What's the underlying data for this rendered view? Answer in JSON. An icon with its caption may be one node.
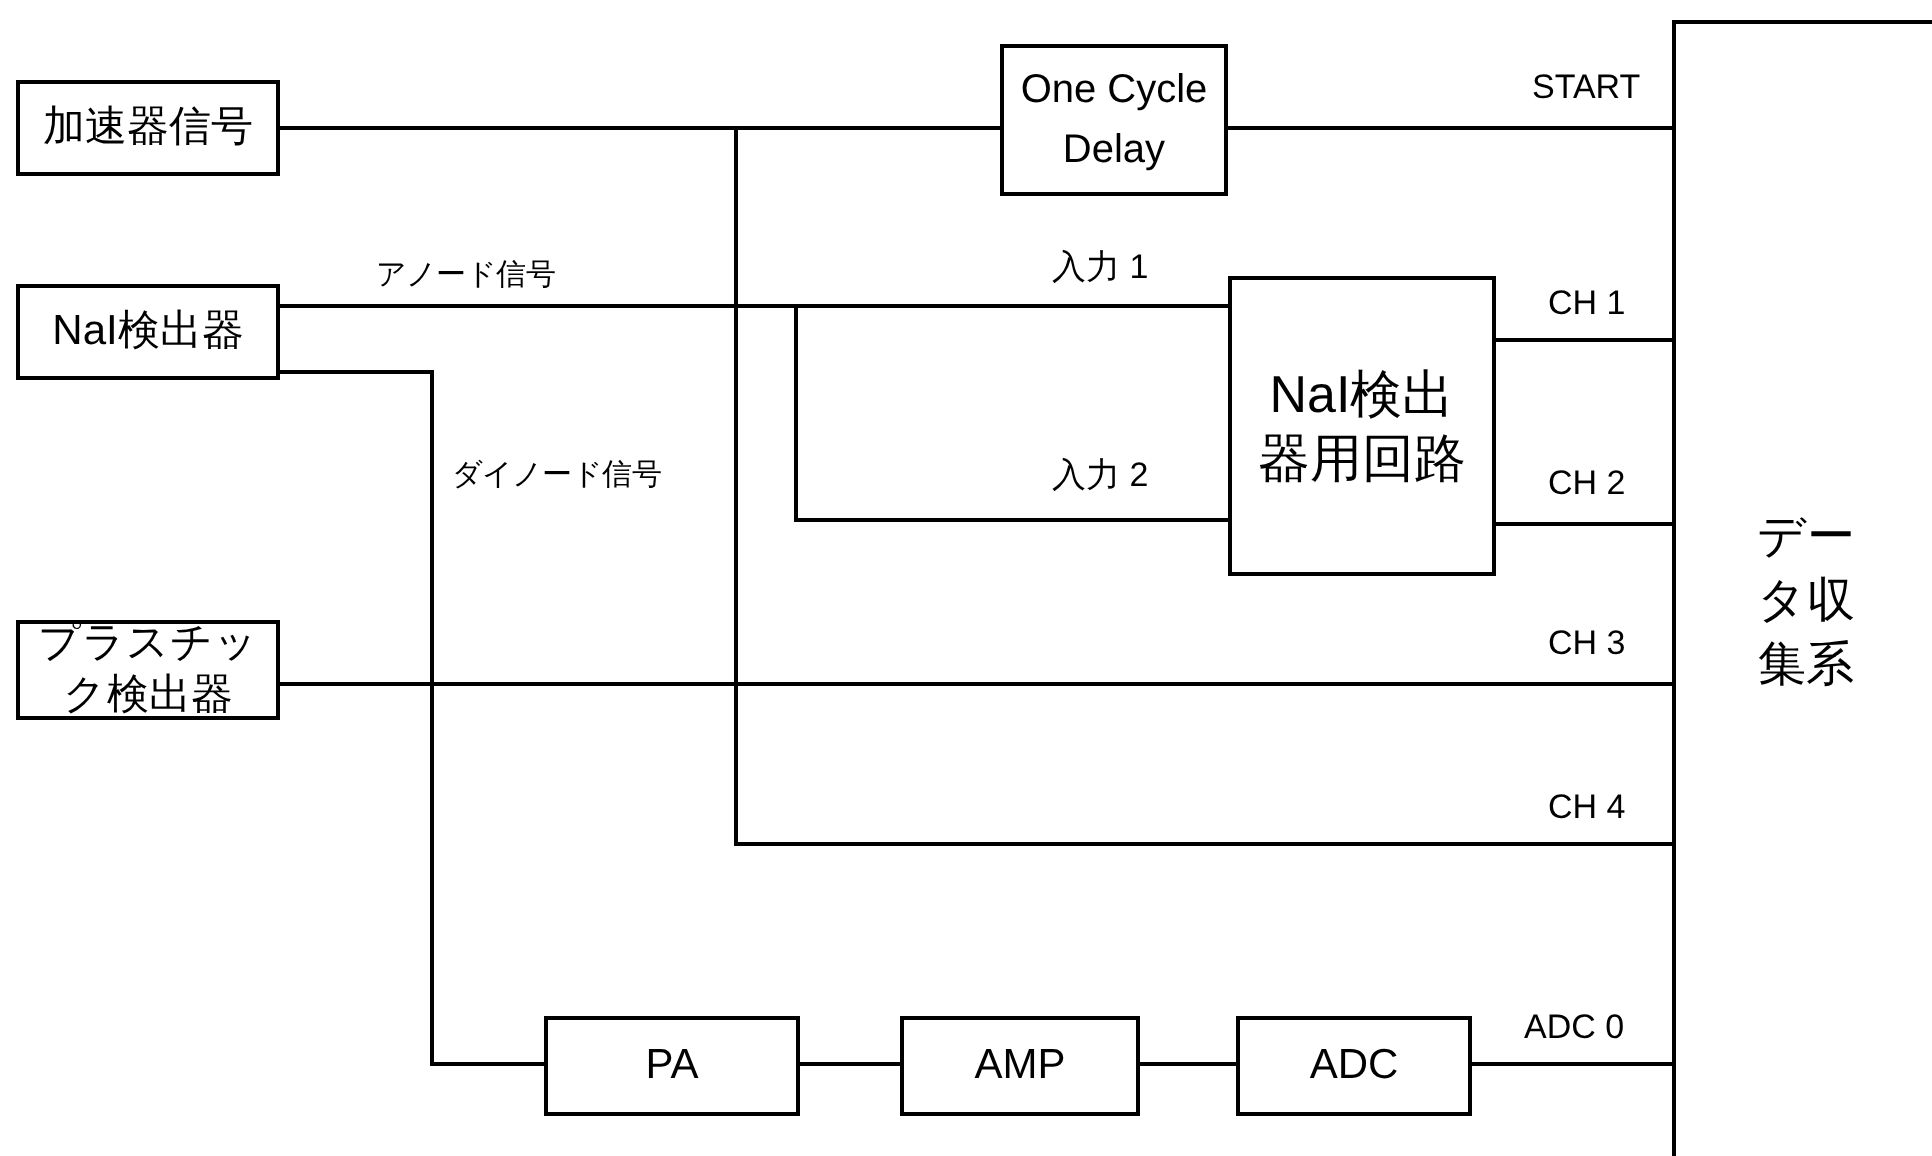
{
  "diagram": {
    "nodes": [
      {
        "text": [
          "加速器信号"
        ]
      },
      {
        "text": [
          "NaI検出器"
        ]
      },
      {
        "text": [
          "プラスチック検出器"
        ]
      },
      {
        "text": [
          "One Cycle Delay"
        ]
      },
      {
        "text": [
          "NaI検出器用回路"
        ]
      },
      {
        "text": [
          "データ収集系"
        ]
      },
      {
        "text": [
          "PA"
        ]
      },
      {
        "text": [
          "AMP"
        ]
      },
      {
        "text": [
          "ADC"
        ]
      }
    ],
    "edges": [
      {
        "from": 0,
        "to": 3,
        "arrow": "none"
      },
      {
        "from": 0,
        "to": 5,
        "arrow": "none",
        "label": "CH 4"
      },
      {
        "from": 3,
        "to": 5,
        "arrow": "none",
        "label": "START"
      },
      {
        "from": 1,
        "to": 4,
        "arrow": "none",
        "label": "入力 1"
      },
      {
        "from": 1,
        "to": 4,
        "arrow": "none",
        "label": "入力 2"
      },
      {
        "from": 1,
        "to": 6,
        "arrow": "none",
        "label": "ダイノード信号"
      },
      {
        "from": 4,
        "to": 5,
        "arrow": "none",
        "label": "CH 1"
      },
      {
        "from": 4,
        "to": 5,
        "arrow": "none",
        "label": "CH 2"
      },
      {
        "from": 2,
        "to": 5,
        "arrow": "none",
        "label": "CH 3"
      },
      {
        "from": 6,
        "to": 7,
        "arrow": "none"
      },
      {
        "from": 7,
        "to": 8,
        "arrow": "none"
      },
      {
        "from": 8,
        "to": 5,
        "arrow": "none",
        "label": "ADC 0"
      }
    ],
    "labels": [
      "アノード信号"
    ]
  }
}
